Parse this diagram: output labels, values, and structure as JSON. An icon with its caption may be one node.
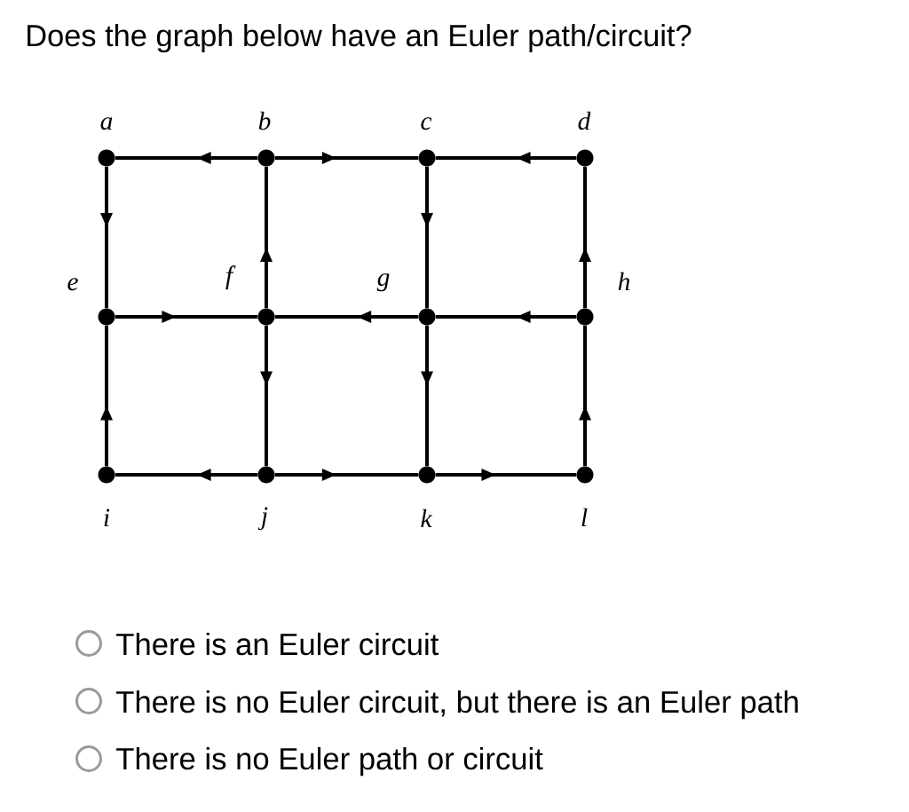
{
  "diagram": {
    "title": "Does the graph below have an Euler path/circuit?",
    "nodes": [
      {
        "text": [],
        "shape": "circle",
        "beside": [
          "a"
        ]
      },
      {
        "text": [],
        "shape": "circle",
        "beside": [
          "b"
        ]
      },
      {
        "text": [],
        "shape": "circle",
        "beside": [
          "c"
        ]
      },
      {
        "text": [],
        "shape": "circle",
        "beside": [
          "d"
        ]
      },
      {
        "text": [],
        "shape": "circle",
        "beside": [
          "e"
        ]
      },
      {
        "text": [],
        "shape": "circle",
        "beside": [
          "f"
        ]
      },
      {
        "text": [],
        "shape": "circle",
        "beside": [
          "g"
        ]
      },
      {
        "text": [],
        "shape": "circle",
        "beside": [
          "h"
        ]
      },
      {
        "text": [],
        "shape": "circle",
        "beside": [
          "i"
        ]
      },
      {
        "text": [],
        "shape": "circle",
        "beside": [
          "j"
        ]
      },
      {
        "text": [],
        "shape": "circle",
        "beside": [
          "k"
        ]
      },
      {
        "text": [],
        "shape": "circle",
        "beside": [
          "l"
        ]
      }
    ],
    "edges": [
      {
        "from": 1,
        "to": 0,
        "arrow": "to"
      },
      {
        "from": 1,
        "to": 2,
        "arrow": "to"
      },
      {
        "from": 3,
        "to": 2,
        "arrow": "to"
      },
      {
        "from": 0,
        "to": 4,
        "arrow": "to"
      },
      {
        "from": 5,
        "to": 1,
        "arrow": "to"
      },
      {
        "from": 2,
        "to": 6,
        "arrow": "to"
      },
      {
        "from": 7,
        "to": 3,
        "arrow": "to"
      },
      {
        "from": 4,
        "to": 5,
        "arrow": "to"
      },
      {
        "from": 6,
        "to": 5,
        "arrow": "to"
      },
      {
        "from": 7,
        "to": 6,
        "arrow": "to"
      },
      {
        "from": 8,
        "to": 4,
        "arrow": "to"
      },
      {
        "from": 5,
        "to": 9,
        "arrow": "to"
      },
      {
        "from": 6,
        "to": 10,
        "arrow": "to"
      },
      {
        "from": 11,
        "to": 7,
        "arrow": "to"
      },
      {
        "from": 9,
        "to": 8,
        "arrow": "to"
      },
      {
        "from": 9,
        "to": 10,
        "arrow": "to"
      },
      {
        "from": 10,
        "to": 11,
        "arrow": "to"
      }
    ],
    "labels": [
      "There is an Euler circuit",
      "There is no Euler circuit, but there is an Euler path",
      "There is no Euler path or circuit"
    ]
  }
}
